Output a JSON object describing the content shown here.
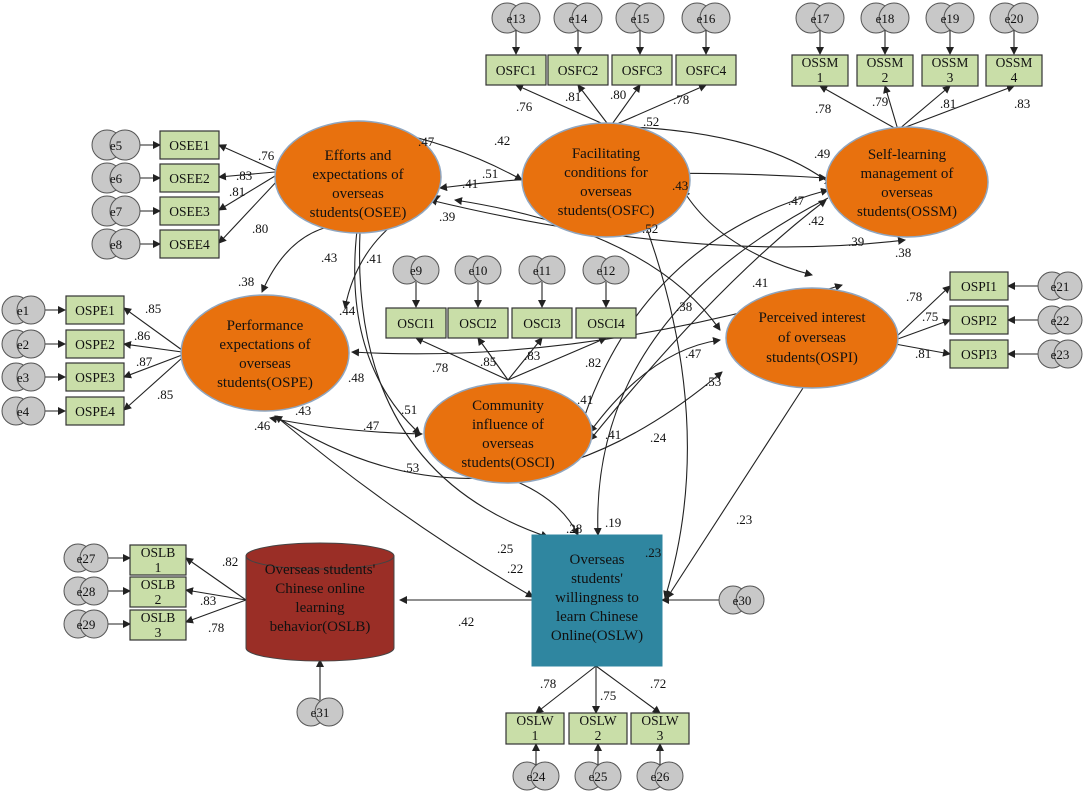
{
  "latents": {
    "osee": {
      "lines": [
        "Efforts and",
        "expectations of",
        "overseas",
        "students(OSEE)"
      ]
    },
    "osfc": {
      "lines": [
        "Facilitating",
        "conditions for",
        "overseas",
        "students(OSFC)"
      ]
    },
    "ossm": {
      "lines": [
        "Self-learning",
        "management of",
        "overseas",
        "students(OSSM)"
      ]
    },
    "ospe": {
      "lines": [
        "Performance",
        "expectations of",
        "overseas",
        "students(OSPE)"
      ]
    },
    "osci": {
      "lines": [
        "Community",
        "influence of",
        "overseas",
        "students(OSCI)"
      ]
    },
    "ospi": {
      "lines": [
        "Perceived interest",
        "of overseas",
        "students(OSPI)"
      ]
    },
    "oslw": {
      "lines": [
        "Overseas",
        "students'",
        "willingness to",
        "learn Chinese",
        "Online(OSLW)"
      ]
    },
    "oslb": {
      "lines": [
        "Overseas students'",
        "Chinese online",
        "learning",
        "behavior(OSLB)"
      ]
    }
  },
  "indicators": {
    "osee": [
      {
        "label": "OSEE1",
        "error": "e5",
        "loading": ".76"
      },
      {
        "label": "OSEE2",
        "error": "e6",
        "loading": ".83"
      },
      {
        "label": "OSEE3",
        "error": "e7",
        "loading": ".81"
      },
      {
        "label": "OSEE4",
        "error": "e8",
        "loading": ".80"
      }
    ],
    "osfc": [
      {
        "label": "OSFC1",
        "error": "e13",
        "loading": ".76"
      },
      {
        "label": "OSFC2",
        "error": "e14",
        "loading": ".81"
      },
      {
        "label": "OSFC3",
        "error": "e15",
        "loading": ".80"
      },
      {
        "label": "OSFC4",
        "error": "e16",
        "loading": ".78"
      }
    ],
    "ossm": [
      {
        "label": "OSSM 1",
        "error": "e17",
        "loading": ".78"
      },
      {
        "label": "OSSM 2",
        "error": "e18",
        "loading": ".79"
      },
      {
        "label": "OSSM 3",
        "error": "e19",
        "loading": ".81"
      },
      {
        "label": "OSSM 4",
        "error": "e20",
        "loading": ".83"
      }
    ],
    "ospe": [
      {
        "label": "OSPE1",
        "error": "e1",
        "loading": ".85"
      },
      {
        "label": "OSPE2",
        "error": "e2",
        "loading": ".86"
      },
      {
        "label": "OSPE3",
        "error": "e3",
        "loading": ".87"
      },
      {
        "label": "OSPE4",
        "error": "e4",
        "loading": ".85"
      }
    ],
    "osci": [
      {
        "label": "OSCI1",
        "error": "e9",
        "loading": ".78"
      },
      {
        "label": "OSCI2",
        "error": "e10",
        "loading": ".85"
      },
      {
        "label": "OSCI3",
        "error": "e11",
        "loading": ".83"
      },
      {
        "label": "OSCI4",
        "error": "e12",
        "loading": ".82"
      }
    ],
    "ospi": [
      {
        "label": "OSPI1",
        "error": "e21",
        "loading": ".78"
      },
      {
        "label": "OSPI2",
        "error": "e22",
        "loading": ".75"
      },
      {
        "label": "OSPI3",
        "error": "e23",
        "loading": ".81"
      }
    ],
    "oslw": [
      {
        "label": "OSLW 1",
        "error": "e24",
        "loading": ".78"
      },
      {
        "label": "OSLW 2",
        "error": "e25",
        "loading": ".75"
      },
      {
        "label": "OSLW 3",
        "error": "e26",
        "loading": ".72"
      }
    ],
    "oslb": [
      {
        "label": "OSLB 1",
        "error": "e27",
        "loading": ".82"
      },
      {
        "label": "OSLB 2",
        "error": "e28",
        "loading": ".83"
      },
      {
        "label": "OSLB 3",
        "error": "e29",
        "loading": ".78"
      }
    ]
  },
  "structural_errors": {
    "oslw": "e30",
    "oslb": "e31"
  },
  "structural_paths": [
    {
      "from": "OSEE",
      "to": "OSLW",
      "coef": ".25"
    },
    {
      "from": "OSFC",
      "to": "OSLW",
      "coef": ".24"
    },
    {
      "from": "OSSM",
      "to": "OSLW",
      "coef": ".19"
    },
    {
      "from": "OSPE",
      "to": "OSLW",
      "coef": ".22"
    },
    {
      "from": "OSCI",
      "to": "OSLW",
      "coef": ".28"
    },
    {
      "from": "OSPI",
      "to": "OSLW",
      "coef": ".23"
    },
    {
      "from": "OSLW",
      "to": "OSLB",
      "coef": ".42"
    }
  ],
  "covariance_labels": [
    ".47",
    ".42",
    ".52",
    ".49",
    ".41",
    ".51",
    ".39",
    ".43",
    ".47",
    ".42",
    ".39",
    ".38",
    ".52",
    ".41",
    ".38",
    ".43",
    ".38",
    ".44",
    ".48",
    ".41",
    ".47",
    ".53",
    ".51",
    ".43",
    ".46",
    ".47",
    ".53",
    ".41",
    ".41",
    ".23"
  ]
}
